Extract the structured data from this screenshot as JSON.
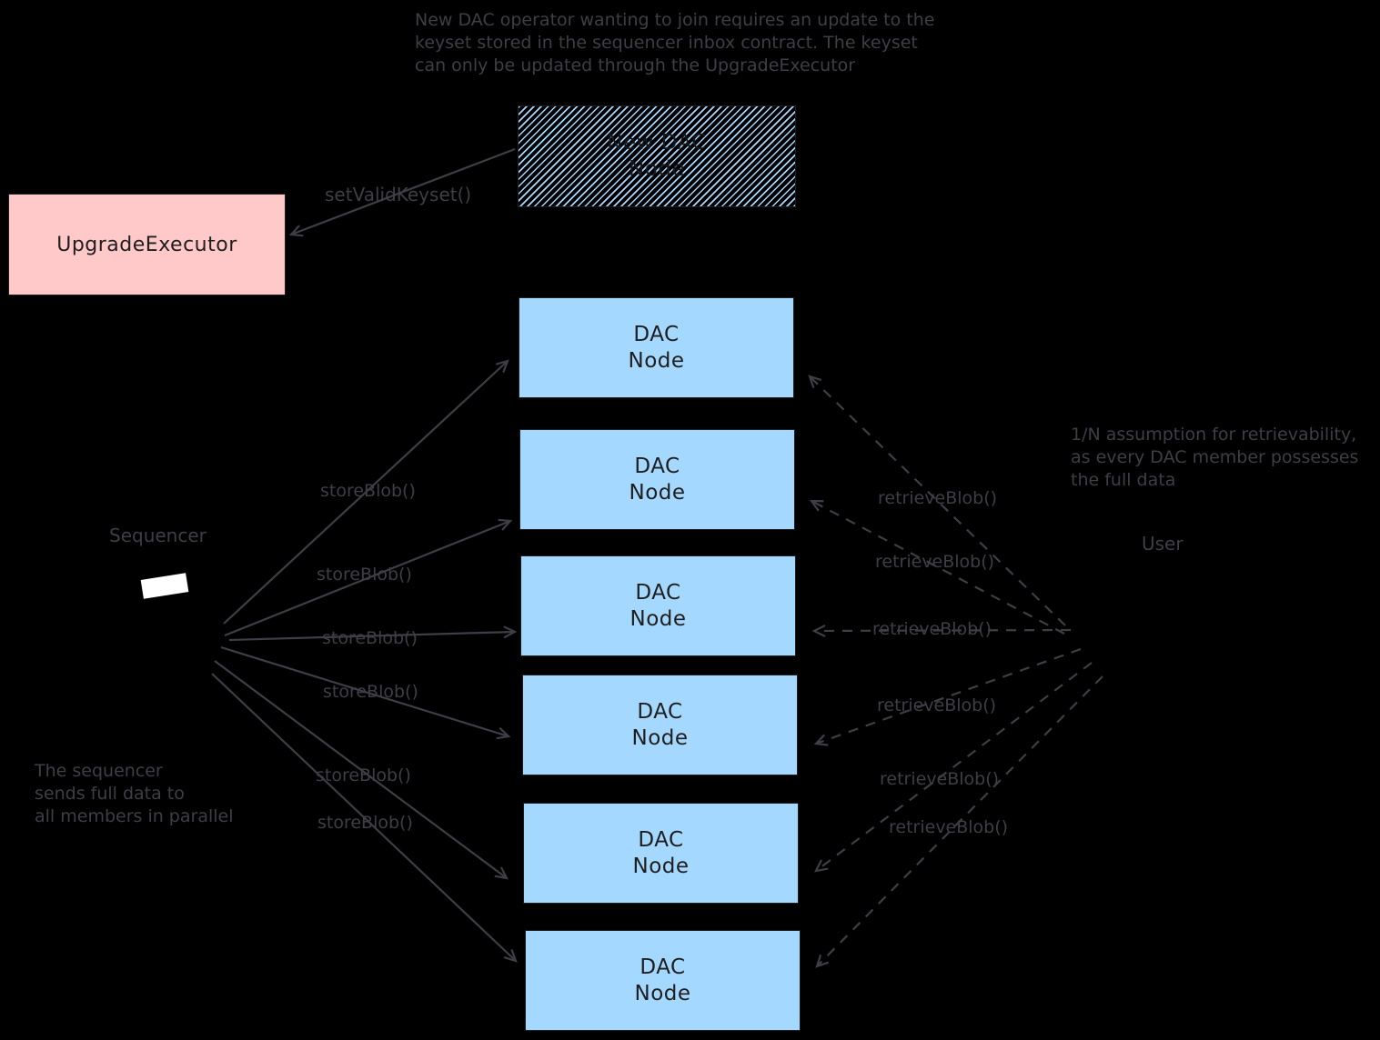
{
  "notes": {
    "keyset_note": {
      "lines": [
        "New DAC operator wanting to join requires an update to the",
        "keyset stored in the sequencer inbox contract. The keyset",
        "can only be updated through the UpgradeExecutor"
      ]
    },
    "retrievability_note": {
      "lines": [
        "1/N assumption for retrievability,",
        "as every DAC member possesses",
        "the full data"
      ]
    },
    "parallel_note": {
      "lines": [
        "The sequencer",
        "sends full data to",
        "all members in parallel"
      ]
    }
  },
  "nodes": {
    "new_dac_node": {
      "line1": "New DAC",
      "line2": "Node"
    },
    "upgrade_executor": {
      "label": "UpgradeExecutor"
    },
    "sequencer": {
      "label": "Sequencer"
    },
    "user": {
      "label": "User"
    },
    "dac_node": {
      "line1": "DAC",
      "line2": "Node"
    }
  },
  "edges": {
    "set_valid_keyset_label": "setValidKeyset()",
    "store_blob_label": "storeBlob()",
    "retrieve_blob_label": "retrieveBlob()"
  },
  "colors": {
    "background": "#000000",
    "dac_node_fill": "#a5d8ff",
    "upgrade_executor_fill": "#ffc9c9",
    "stroke_dark": "#1e1e1e",
    "on_black_ink": "#3e3e46",
    "sequencer_screen": "#ffffff"
  }
}
